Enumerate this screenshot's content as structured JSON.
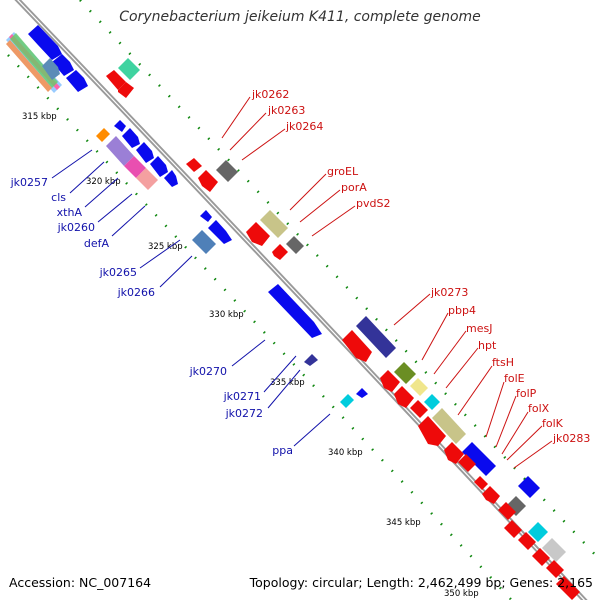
{
  "title": "Corynebacterium jeikeium K411, complete genome",
  "accession": "Accession: NC_007164",
  "summary": "Topology: circular; Length: 2,462,499 bp; Genes: 2,165",
  "colors": {
    "backbone": "#9a9a9a",
    "forward_gene": "#0a0aee",
    "reverse_gene": "#ee0a0a",
    "tick": "#118811",
    "forward_label": "#1111aa",
    "reverse_label": "#cc1111"
  },
  "scale_labels": [
    "315 kbp",
    "320 kbp",
    "325 kbp",
    "330 kbp",
    "335 kbp",
    "340 kbp",
    "345 kbp",
    "350 kbp"
  ],
  "forward_labels": [
    "jk0257",
    "cls",
    "xthA",
    "jk0260",
    "defA",
    "jk0265",
    "jk0266",
    "jk0270",
    "jk0271",
    "jk0272",
    "ppa"
  ],
  "reverse_labels": [
    "jk0262",
    "jk0263",
    "jk0264",
    "groEL",
    "porA",
    "pvdS2",
    "jk0273",
    "pbp4",
    "mesJ",
    "hpt",
    "ftsH",
    "folE",
    "folP",
    "folX",
    "folK",
    "jk0283"
  ]
}
